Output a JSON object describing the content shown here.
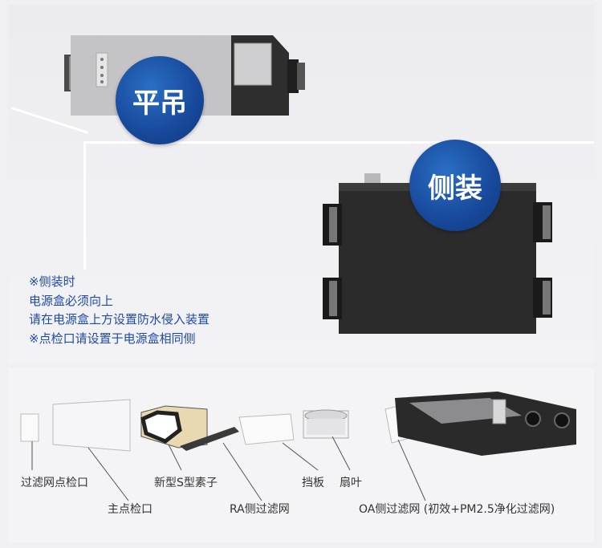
{
  "badges": {
    "ceiling": "平吊",
    "side": "侧装"
  },
  "notes": [
    "※侧装时",
    "电源盒必须向上",
    "请在电源盒上方设置防水侵入装置",
    "※点检口请设置于电源盒相同侧"
  ],
  "parts": {
    "filter_inspection_port": "过滤网点检口",
    "main_inspection_port": "主点检口",
    "s_type_element": "新型S型素子",
    "ra_filter": "RA侧过滤网",
    "baffle": "挡板",
    "fan_blade": "扇叶",
    "oa_filter": "OA侧过滤网 (初效+PM2.5净化过滤网)"
  },
  "colors": {
    "badge_blue": "#17489a",
    "note_blue": "#1f4aa6",
    "label_gray": "#333333",
    "unit_dark": "#2b2b2b"
  }
}
